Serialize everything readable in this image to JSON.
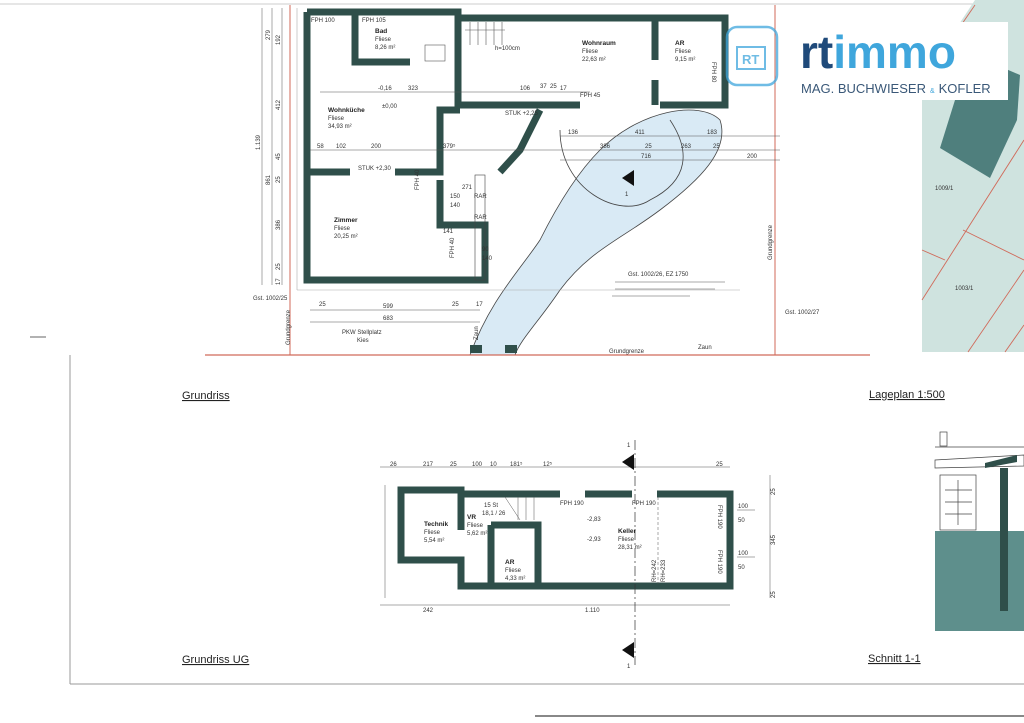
{
  "titles": {
    "ground_floor": "Grundriss",
    "site_plan": "Lageplan 1:500",
    "basement": "Grundriss UG",
    "section": "Schnitt 1-1"
  },
  "logo": {
    "wordmark_dark": "rt",
    "wordmark_light": "immo",
    "tagline_left": "MAG. BUCHWIESER",
    "tagline_amp": "&",
    "tagline_right": "KOFLER",
    "badge": "RT",
    "colors": {
      "dark": "#1f4a7a",
      "light": "#3fa6dc",
      "tagline": "#3a5878"
    }
  },
  "ground_floor": {
    "rooms": [
      {
        "name": "Bad",
        "floor": "Fliese",
        "area": "8,26 m²"
      },
      {
        "name": "Wohnküche",
        "floor": "Fliese",
        "area": "34,93 m²"
      },
      {
        "name": "Wohnraum",
        "floor": "Fliese",
        "area": "22,63 m²"
      },
      {
        "name": "AR",
        "floor": "Fliese",
        "area": "9,15 m²"
      },
      {
        "name": "Zimmer",
        "floor": "Fliese",
        "area": "20,25 m²"
      }
    ],
    "notes": [
      "FPH 100",
      "FPH 105",
      "FPH 45",
      "FPH 80",
      "FPH 40",
      "FPH 40",
      "STUK +2,25",
      "STUK +2,30",
      "h=100cm",
      "RAR",
      "RAR",
      "-0,16",
      "±0,00",
      "PKW Stellplatz",
      "Kies",
      "Zaun",
      "Zaun",
      "Grundgrenze",
      "Grundgrenze",
      "Grundgrenze",
      "Gst. 1002/25",
      "Gst. 1002/27",
      "Gst. 1002/26, EZ 1750"
    ],
    "dims": [
      "102",
      "200",
      "379⁵",
      "58",
      "323",
      "106",
      "37",
      "25",
      "17",
      "136",
      "411",
      "183",
      "386",
      "25",
      "263",
      "25",
      "716",
      "200",
      "271",
      "150",
      "140",
      "141",
      "90",
      "140",
      "25",
      "599",
      "25",
      "17",
      "683",
      "1.139",
      "861",
      "279",
      "192",
      "412",
      "45",
      "25",
      "386",
      "25",
      "17"
    ]
  },
  "site_plan": {
    "parcels": [
      "1009/1",
      "1003/1"
    ],
    "colors": {
      "land": "#cfe3df",
      "building": "#4f7f7d",
      "boundary": "#d06a5a"
    }
  },
  "basement": {
    "rooms": [
      {
        "name": "Technik",
        "floor": "Fliese",
        "area": "5,54 m²"
      },
      {
        "name": "VR",
        "floor": "Fliese",
        "area": "5,62 m²"
      },
      {
        "name": "AR",
        "floor": "Fliese",
        "area": "4,33 m²"
      },
      {
        "name": "Keller",
        "floor": "Fliese",
        "area": "28,31 m²"
      }
    ],
    "notes": [
      "FPH 190",
      "FPH 190",
      "FPH 190",
      "FPH 190",
      "-2,83",
      "-2,93",
      "15 St",
      "18,1 / 26",
      "RH=242",
      "RH=233"
    ],
    "dims": [
      "26",
      "217",
      "25",
      "100",
      "10",
      "181⁵",
      "12⁵",
      "25",
      "242",
      "1.110",
      "100",
      "50",
      "100",
      "50",
      "345",
      "25",
      "25"
    ]
  },
  "section_marker": "1",
  "colors": {
    "wall": "#2f4f4a",
    "path": "#d9eaf5",
    "boundary": "#d06a5a",
    "section_fill": "#5e8f8c"
  }
}
